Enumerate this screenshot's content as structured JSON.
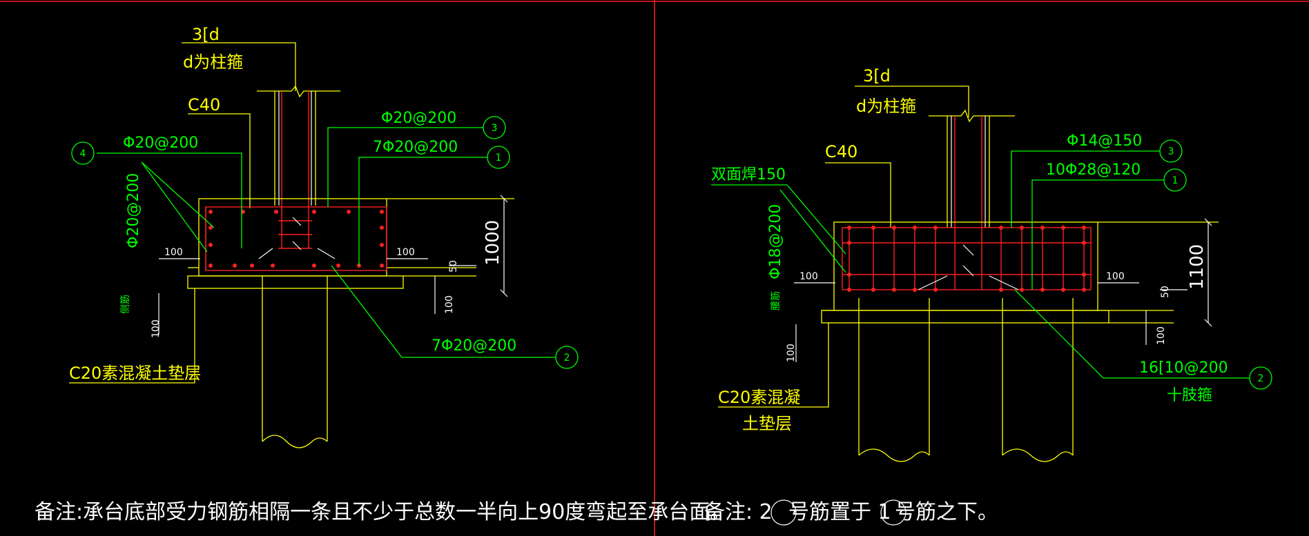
{
  "left": {
    "stirrup_spec": "3[d",
    "stirrup_note": "d为柱箍",
    "concrete": "C40",
    "rebar_top": "Φ20@200",
    "rebar_top_tag": "3",
    "rebar_main": "7Φ20@200",
    "rebar_main_tag": "1",
    "rebar_side": "Φ20@200",
    "rebar_side_tag": "4",
    "rebar_vertical": "Φ20@200",
    "rebar_bottom": "7Φ20@200",
    "rebar_bottom_tag": "2",
    "bedding": "C20素混凝土垫层",
    "dim_height": "1000",
    "dim_100a": "100",
    "dim_100b": "100",
    "dim_100c": "100",
    "dim_100d": "100",
    "dim_50": "50",
    "side_word": "侧筋",
    "note": "备注:承台底部受力钢筋相隔一条且不少于总数一半向上90度弯起至承台面。"
  },
  "right": {
    "stirrup_spec": "3[d",
    "stirrup_note": "d为柱箍",
    "concrete": "C40",
    "weld": "双面焊150",
    "rebar_top": "Φ14@150",
    "rebar_top_tag": "3",
    "rebar_main": "10Φ28@120",
    "rebar_main_tag": "1",
    "rebar_vertical": "Φ18@200",
    "rebar_bottom": "16[10@200",
    "rebar_bottom_sub": "十肢箍",
    "rebar_bottom_tag": "2",
    "bedding_line1": "C20素混凝",
    "bedding_line2": "土垫层",
    "dim_height": "1100",
    "dim_100a": "100",
    "dim_100b": "100",
    "dim_100c": "100",
    "dim_100d": "100",
    "dim_50": "50",
    "side_word": "腰筋",
    "note_prefix": "备注: 2",
    "note_mid": "号筋置于 1",
    "note_suffix": "号筋之下。"
  },
  "colors": {
    "background": "#000000",
    "frame": "#ff2020",
    "leaders": "#00ff00",
    "concrete_outline": "#ffff00",
    "rebar": "#ff2020",
    "column_rebar": "#ffffff"
  }
}
